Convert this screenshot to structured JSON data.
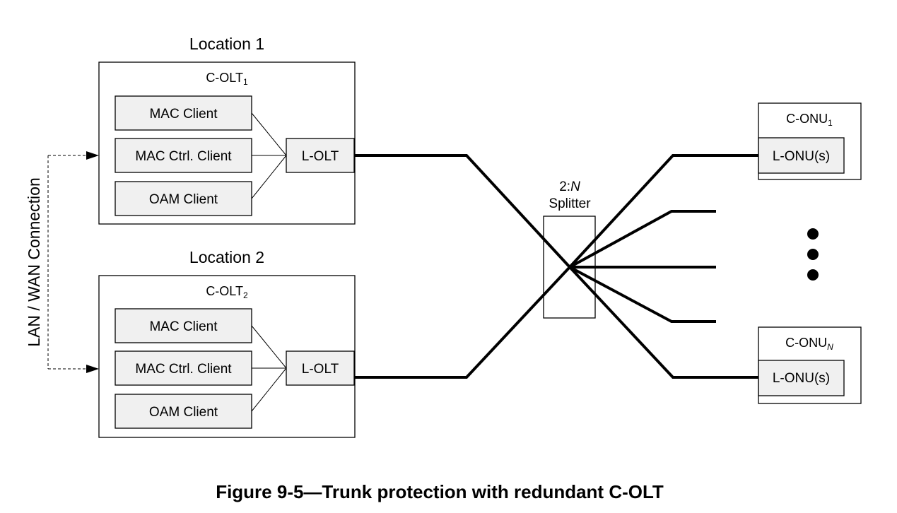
{
  "location1": {
    "title": "Location 1",
    "colt_label": "C-OLT",
    "colt_sub": "1",
    "clients": [
      "MAC Client",
      "MAC Ctrl. Client",
      "OAM Client"
    ],
    "lolt": "L-OLT"
  },
  "location2": {
    "title": "Location 2",
    "colt_label": "C-OLT",
    "colt_sub": "2",
    "clients": [
      "MAC Client",
      "MAC Ctrl. Client",
      "OAM Client"
    ],
    "lolt": "L-OLT"
  },
  "splitter": {
    "ratio_prefix": "2:",
    "ratio_var": "N",
    "label": "Splitter"
  },
  "onu1": {
    "label": "C-ONU",
    "sub": "1",
    "inner": "L-ONU(s)"
  },
  "onuN": {
    "label": "C-ONU",
    "sub": "N",
    "inner": "L-ONU(s)"
  },
  "connection_label": "LAN / WAN Connection",
  "caption": "Figure 9-5—Trunk protection with redundant C-OLT"
}
